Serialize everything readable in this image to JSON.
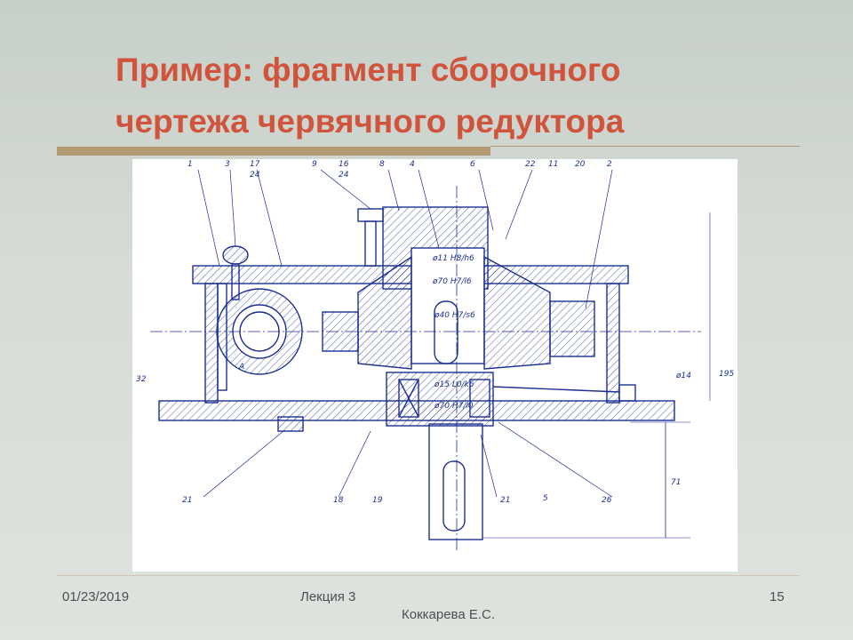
{
  "slide": {
    "title_line1": "Пример: фрагмент сборочного",
    "title_line2": "чертежа червячного редуктора"
  },
  "drawing": {
    "callouts": [
      "1",
      "3",
      "17",
      "24",
      "9",
      "16",
      "24",
      "8",
      "4",
      "6",
      "22",
      "11",
      "20",
      "2",
      "21",
      "18",
      "19",
      "21",
      "5",
      "26"
    ],
    "dimensions": [
      "ø11 H8/h6",
      "ø70 H7/l6",
      "ø40 H7/s6",
      "ø15 L0/k6",
      "ø70 H7/l0",
      "ø14",
      "71",
      "195",
      "32"
    ],
    "section_mark": "A"
  },
  "footer": {
    "date": "01/23/2019",
    "lecture": "Лекция 3",
    "author": "Коккарева Е.С.",
    "page": "15"
  },
  "colors": {
    "title": "#d0533c",
    "rule": "#b49a73",
    "drawing_line": "#1d2f8f"
  }
}
